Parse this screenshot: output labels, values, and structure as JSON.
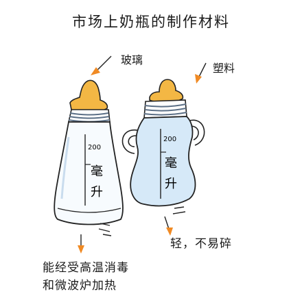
{
  "title": "市场上奶瓶的制作材料",
  "glass_bottle": {
    "material_label": "玻璃",
    "capacity_number": "200",
    "capacity_unit_1": "毫",
    "capacity_unit_2": "升",
    "description": "能经受高温消毒\n和微波炉加热"
  },
  "plastic_bottle": {
    "material_label": "塑料",
    "capacity_number": "200",
    "capacity_unit_1": "毫",
    "capacity_unit_2": "升",
    "description": "轻，不易碎"
  },
  "colors": {
    "nipple": "#f3b744",
    "arrow": "#f08a24",
    "glass_fill": "#f7fbfe",
    "plastic_fill": "#d6e9f8",
    "ring_stroke": "#5b6f86",
    "outline": "#222222"
  }
}
